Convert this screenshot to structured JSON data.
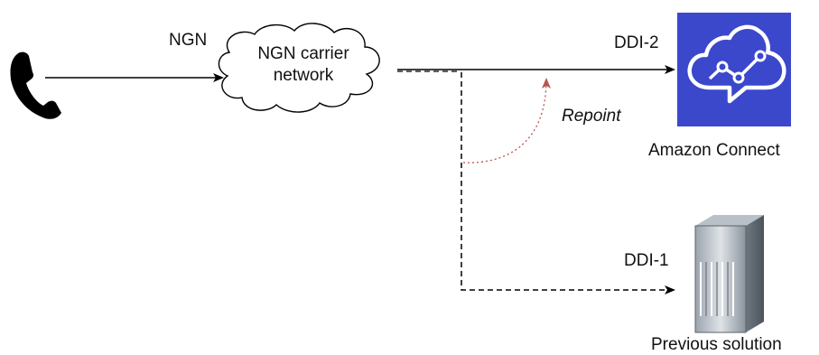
{
  "labels": {
    "ngn": "NGN",
    "cloud_line1": "NGN carrier",
    "cloud_line2": "network",
    "ddi2": "DDI-2",
    "ddi1": "DDI-1",
    "repoint": "Repoint",
    "amazon_connect": "Amazon Connect",
    "previous_solution": "Previous solution"
  },
  "colors": {
    "line": "#000000",
    "connect_bg": "#3b48cc",
    "repoint_arrow": "#b85450"
  },
  "icons": {
    "phone": "phone-icon",
    "cloud": "cloud-shape",
    "connect": "amazon-connect-icon",
    "server": "server-icon"
  }
}
